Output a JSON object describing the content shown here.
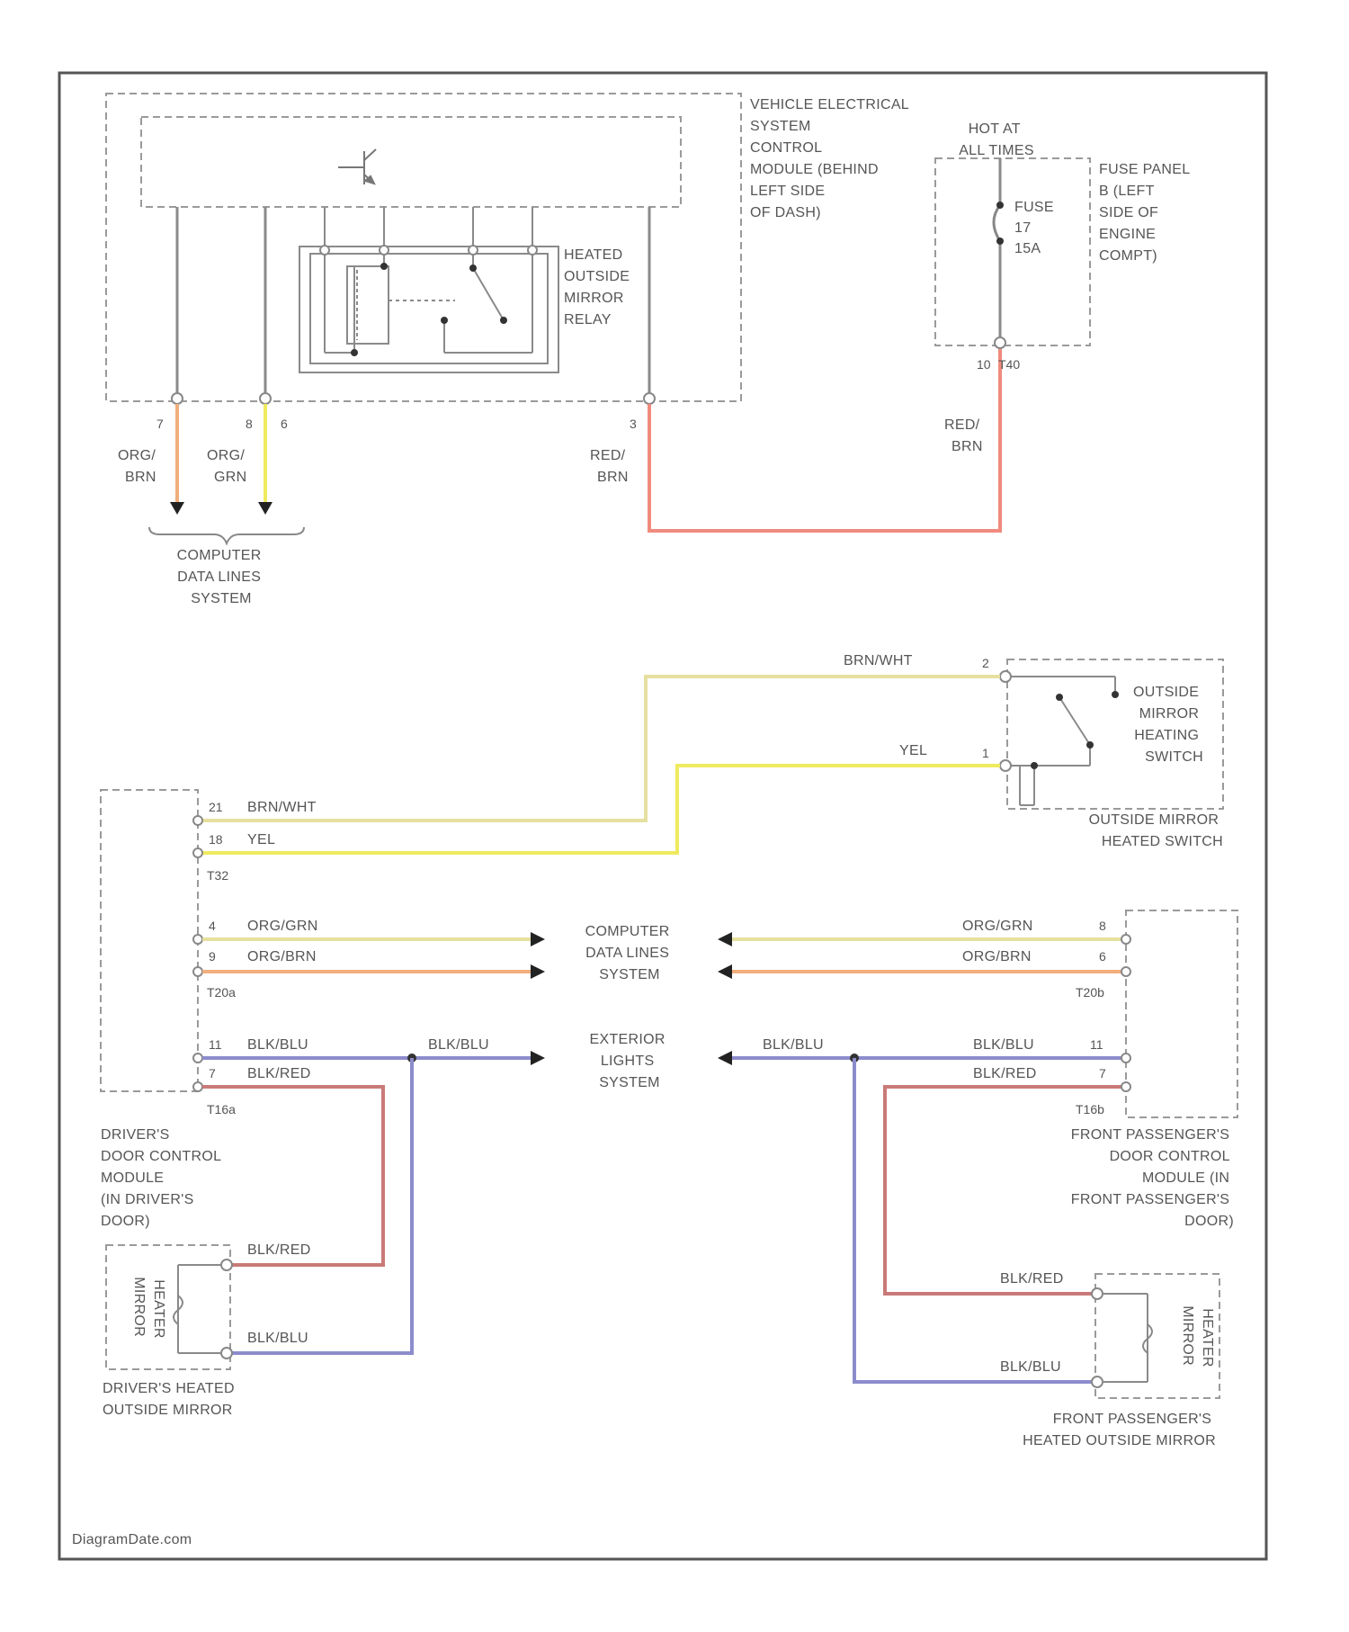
{
  "colors": {
    "background": "#ffffff",
    "border": "#555555",
    "wire_orange": "#f2ad7c",
    "wire_yellow": "#f0ea60",
    "wire_red": "#f08b7e",
    "wire_tan": "#e6e0a0",
    "wire_blue": "#8c8ccc",
    "wire_darkred": "#c97a78",
    "wire_gray": "#9a9a9a"
  },
  "components": {
    "vesc_module": [
      "VEHICLE ELECTRICAL",
      "SYSTEM",
      "CONTROL",
      "MODULE (BEHIND",
      "LEFT SIDE",
      "OF DASH)"
    ],
    "relay": [
      "HEATED",
      "OUTSIDE",
      "MIRROR",
      "RELAY"
    ],
    "hot_at_all_times": [
      "HOT AT",
      "ALL TIMES"
    ],
    "fuse": [
      "FUSE",
      "17",
      "15A"
    ],
    "fuse_panel": [
      "FUSE PANEL",
      "B (LEFT",
      "SIDE OF",
      "ENGINE",
      "COMPT)"
    ],
    "computer_data_lines_top": [
      "COMPUTER",
      "DATA LINES",
      "SYSTEM"
    ],
    "computer_data_lines_mid": [
      "COMPUTER",
      "DATA LINES",
      "SYSTEM"
    ],
    "exterior_lights": [
      "EXTERIOR",
      "LIGHTS",
      "SYSTEM"
    ],
    "mirror_switch_inner": [
      "OUTSIDE",
      "MIRROR",
      "HEATING",
      "SWITCH"
    ],
    "mirror_switch_outer": [
      "OUTSIDE MIRROR",
      "HEATED SWITCH"
    ],
    "driver_door_module": [
      "DRIVER'S",
      "DOOR CONTROL",
      "MODULE",
      "(IN DRIVER'S",
      "DOOR)"
    ],
    "passenger_door_module": [
      "FRONT PASSENGER'S",
      "DOOR CONTROL",
      "MODULE (IN",
      "FRONT PASSENGER'S",
      "DOOR)"
    ],
    "mirror_heater": [
      "MIRROR",
      "HEATER"
    ],
    "driver_mirror": [
      "DRIVER'S HEATED",
      "OUTSIDE MIRROR"
    ],
    "passenger_mirror": [
      "FRONT PASSENGER'S",
      "HEATED OUTSIDE MIRROR"
    ]
  },
  "wires": {
    "org_brn": [
      "ORG/",
      "BRN"
    ],
    "org_grn": [
      "ORG/",
      "GRN"
    ],
    "red_brn": [
      "RED/",
      "BRN"
    ],
    "brn_wht": "BRN/WHT",
    "yel": "YEL",
    "org_grn_full": "ORG/GRN",
    "org_brn_full": "ORG/BRN",
    "blk_blu": "BLK/BLU",
    "blk_red": "BLK/RED"
  },
  "pins": {
    "p7": "7",
    "p8": "8",
    "p6": "6",
    "p3": "3",
    "p10": "10",
    "t40": "T40",
    "p2": "2",
    "p1": "1",
    "p21": "21",
    "p18": "18",
    "t32": "T32",
    "p4": "4",
    "p9": "9",
    "t20a": "T20a",
    "t20b": "T20b",
    "p11": "11",
    "p7b": "7",
    "t16a": "T16a",
    "t16b": "T16b"
  },
  "watermark": "DiagramDate.com"
}
